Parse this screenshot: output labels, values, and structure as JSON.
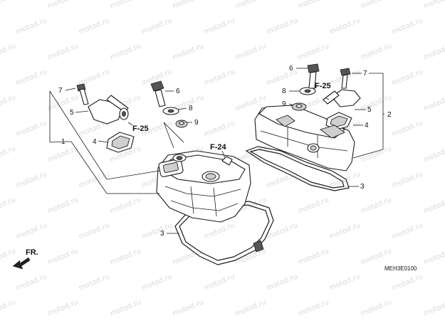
{
  "watermark": "motod.ru",
  "diagram_code": "MEH3E0100",
  "direction_label": "FR.",
  "refs": {
    "f25": "F-25",
    "f24": "F-24"
  },
  "callouts": {
    "c1": "1",
    "c2": "2",
    "c3": "3",
    "c4": "4",
    "c5": "5",
    "c6": "6",
    "c7": "7",
    "c8": "8",
    "c9": "9"
  },
  "colors": {
    "line": "#1a1a1a",
    "watermark": "#d9d9d9",
    "shade": "#cfcfcf"
  }
}
